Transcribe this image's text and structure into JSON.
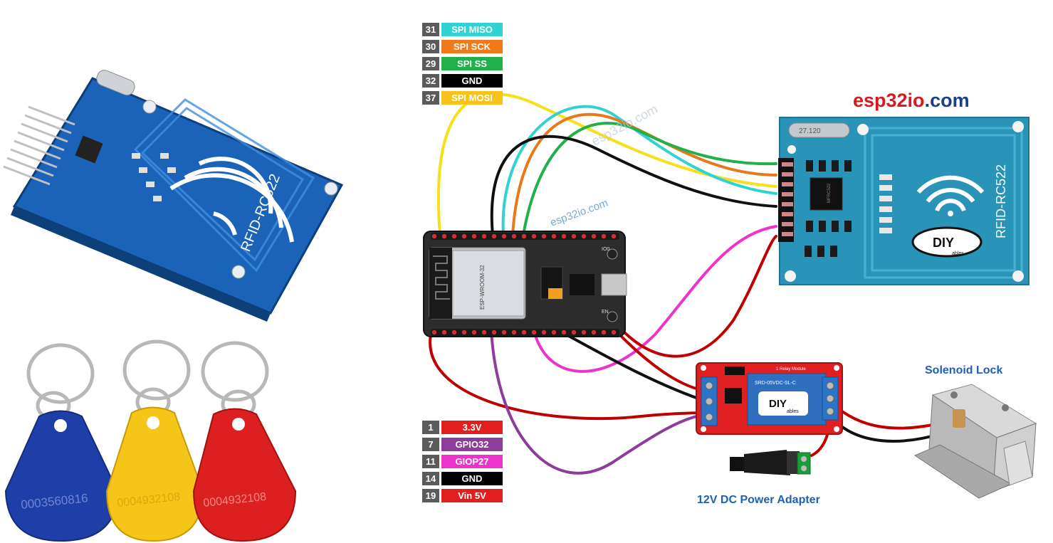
{
  "brand": {
    "part1": "esp32io",
    "part2": ".com",
    "color_red": "#d71920",
    "color_blue": "#1c3f8c"
  },
  "watermarks": [
    "esp32io.com",
    "esp32io.com"
  ],
  "top_pins": [
    {
      "num": "31",
      "label": "SPI MISO",
      "color": "#33d2d2"
    },
    {
      "num": "30",
      "label": "SPI SCK",
      "color": "#f07a1a"
    },
    {
      "num": "29",
      "label": "SPI SS",
      "color": "#22b04a"
    },
    {
      "num": "32",
      "label": "GND",
      "color": "#000000"
    },
    {
      "num": "37",
      "label": "SPI MOSI",
      "color": "#f7c21a"
    }
  ],
  "bottom_pins": [
    {
      "num": "1",
      "label": "3.3V",
      "color": "#e31e1e"
    },
    {
      "num": "7",
      "label": "GPIO32",
      "color": "#8e3c9c"
    },
    {
      "num": "11",
      "label": "GIOP27",
      "color": "#ee33cc"
    },
    {
      "num": "14",
      "label": "GND",
      "color": "#000000"
    },
    {
      "num": "19",
      "label": "Vin 5V",
      "color": "#e31e1e"
    }
  ],
  "rfid_module": {
    "label": "RFID-RC522",
    "chip": "MFRC522",
    "crystal": "27.120"
  },
  "rfid_small": {
    "label": "RFID-RC522"
  },
  "diy_logo": {
    "main": "DIY",
    "sub": "ables"
  },
  "esp32": {
    "module": "ESP-WROOM-32",
    "en": "EN",
    "io0": "IO0"
  },
  "relay": {
    "model": "SRD-05VDC-SL-C",
    "title": "1 Relay Module"
  },
  "labels": {
    "solenoid": "Solenoid Lock",
    "adapter": "12V DC Power Adapter"
  },
  "tags": [
    {
      "number": "0003560816",
      "color": "#1f3fa8"
    },
    {
      "number": "0004932108",
      "color": "#f5c518"
    },
    {
      "number": "0004932108",
      "color": "#dc2020"
    }
  ],
  "wire_colors": {
    "red": "#c00000",
    "black": "#111111",
    "magenta": "#ee33cc",
    "purple": "#8e3c9c",
    "yellow": "#f7e01a",
    "cyan": "#33d2d2",
    "orange": "#e67a1a",
    "green": "#22b04a"
  }
}
